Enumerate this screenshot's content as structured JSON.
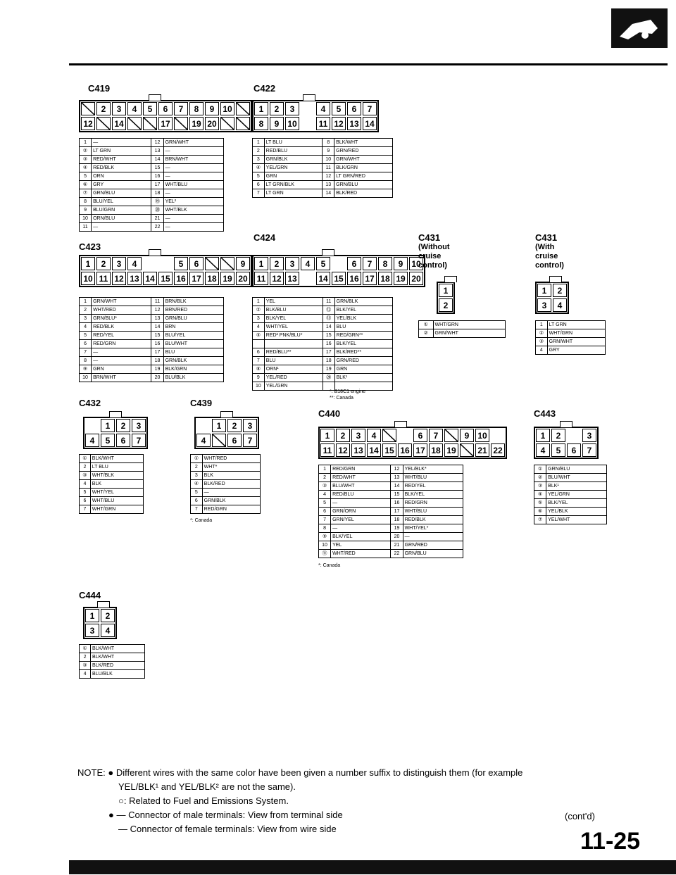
{
  "page": {
    "number": "11-25",
    "contd": "(cont'd)"
  },
  "connectors": {
    "c419": {
      "id": "C419",
      "rows": [
        [
          "x",
          "2",
          "3",
          "4",
          "5",
          "6",
          "7",
          "8",
          "9",
          "10",
          "x"
        ],
        [
          "12",
          "x",
          "14",
          "x",
          "x",
          "17",
          "x",
          "19",
          "20",
          "x",
          "x"
        ]
      ],
      "wires": [
        [
          "1",
          "—",
          "12",
          "GRN/WHT"
        ],
        [
          "②",
          "LT GRN",
          "13",
          "—"
        ],
        [
          "③",
          "RED/WHT",
          "14",
          "BRN/WHT"
        ],
        [
          "④",
          "RED/BLK",
          "15",
          "—"
        ],
        [
          "5",
          "ORN",
          "16",
          "—"
        ],
        [
          "⑥",
          "GRY",
          "17",
          "WHT/BLU"
        ],
        [
          "⑦",
          "GRN/BLU",
          "18",
          "—"
        ],
        [
          "8",
          "BLU/YEL",
          "⑲",
          "YEL²"
        ],
        [
          "9",
          "BLU/GRN",
          "⑳",
          "WHT/BLK"
        ],
        [
          "10",
          "ORN/BLU",
          "21",
          "—"
        ],
        [
          "11",
          "—",
          "22",
          "—"
        ]
      ]
    },
    "c422": {
      "id": "C422",
      "rows": [
        [
          "1",
          "2",
          "3",
          "",
          "4",
          "5",
          "6",
          "7"
        ],
        [
          "8",
          "9",
          "10",
          "",
          "11",
          "12",
          "13",
          "14"
        ]
      ],
      "wires": [
        [
          "1",
          "LT BLU",
          "8",
          "BLK/WHT"
        ],
        [
          "2",
          "RED/BLU",
          "9",
          "GRN/RED"
        ],
        [
          "3",
          "GRN/BLK",
          "10",
          "GRN/WHT"
        ],
        [
          "④",
          "YEL/GRN",
          "11",
          "BLK/GRN"
        ],
        [
          "5",
          "GRN",
          "12",
          "LT GRN/RED"
        ],
        [
          "6",
          "LT GRN/BLK",
          "13",
          "GRN/BLU"
        ],
        [
          "7",
          "LT GRN",
          "14",
          "BLK/RED"
        ]
      ]
    },
    "c423": {
      "id": "C423",
      "rows": [
        [
          "1",
          "2",
          "3",
          "4",
          "",
          "",
          "5",
          "6",
          "x",
          "x",
          "9"
        ],
        [
          "10",
          "11",
          "12",
          "13",
          "14",
          "15",
          "16",
          "17",
          "18",
          "19",
          "20"
        ]
      ],
      "wires": [
        [
          "1",
          "GRN/WHT",
          "11",
          "BRN/BLK"
        ],
        [
          "2",
          "WHT/RED",
          "12",
          "BRN/RED"
        ],
        [
          "3",
          "GRN/BLU*",
          "13",
          "GRN/BLU"
        ],
        [
          "4",
          "RED/BLK",
          "14",
          "BRN"
        ],
        [
          "5",
          "RED/YEL",
          "15",
          "BLU/YEL"
        ],
        [
          "6",
          "RED/GRN",
          "16",
          "BLU/WHT"
        ],
        [
          "7",
          "—",
          "17",
          "BLU"
        ],
        [
          "8",
          "—",
          "18",
          "GRN/BLK"
        ],
        [
          "⑨",
          "GRN",
          "19",
          "BLK/GRN"
        ],
        [
          "10",
          "BRN/WHT",
          "20",
          "BLU/BLK"
        ]
      ]
    },
    "c424": {
      "id": "C424",
      "rows": [
        [
          "1",
          "2",
          "3",
          "4",
          "5",
          "",
          "6",
          "7",
          "8",
          "9",
          "10"
        ],
        [
          "11",
          "12",
          "13",
          "",
          "14",
          "15",
          "16",
          "17",
          "18",
          "19",
          "20"
        ]
      ],
      "wires": [
        [
          "1",
          "YEL",
          "11",
          "GRN/BLK"
        ],
        [
          "②",
          "BLK/BLU",
          "⑫",
          "BLK/YEL"
        ],
        [
          "3",
          "BLK/YEL",
          "⑬",
          "YEL/BLK"
        ],
        [
          "4",
          "WHT/YEL",
          "14",
          "BLU"
        ],
        [
          "⑤",
          "RED² PNK/BLU*",
          "15",
          "RED/GRN**"
        ],
        [
          "",
          "",
          "16",
          "BLK/YEL"
        ],
        [
          "6",
          "RED/BLU**",
          "17",
          "BLK/RED**"
        ],
        [
          "7",
          "BLU",
          "18",
          "GRN/RED"
        ],
        [
          "⑧",
          "ORN¹",
          "19",
          "GRN"
        ],
        [
          "9",
          "YEL/RED",
          "⑳",
          "BLK¹"
        ],
        [
          "10",
          "YEL/GRN",
          "",
          ""
        ]
      ],
      "footnote1": "*: B18C1 engine",
      "footnote2": "**: Canada"
    },
    "c431a": {
      "id": "C431",
      "title": [
        "(Without",
        "cruise",
        "control)"
      ],
      "rows": [
        [
          "1"
        ],
        [
          "2"
        ]
      ],
      "wires": [
        [
          "①",
          "WHT/GRN"
        ],
        [
          "②",
          "GRN/WHT"
        ]
      ]
    },
    "c431b": {
      "id": "C431",
      "title": [
        "(With",
        "cruise",
        "control)"
      ],
      "rows": [
        [
          "1",
          "2"
        ],
        [
          "3",
          "4"
        ]
      ],
      "wires": [
        [
          "1",
          "LT GRN"
        ],
        [
          "②",
          "WHT/GRN"
        ],
        [
          "③",
          "GRN/WHT"
        ],
        [
          "4",
          "GRY"
        ]
      ]
    },
    "c432": {
      "id": "C432",
      "rows": [
        [
          "",
          "1",
          "2",
          "3"
        ],
        [
          "4",
          "5",
          "6",
          "7"
        ]
      ],
      "wires": [
        [
          "①",
          "BLK/WHT"
        ],
        [
          "2",
          "LT BLU"
        ],
        [
          "③",
          "WHT/BLK"
        ],
        [
          "4",
          "BLK"
        ],
        [
          "5",
          "WHT/YEL"
        ],
        [
          "6",
          "WHT/BLU"
        ],
        [
          "7",
          "WHT/GRN"
        ]
      ]
    },
    "c439": {
      "id": "C439",
      "rows": [
        [
          "",
          "1",
          "2",
          "3"
        ],
        [
          "4",
          "x",
          "6",
          "7"
        ]
      ],
      "wires": [
        [
          "①",
          "WHT/RED"
        ],
        [
          "2",
          "WHT*"
        ],
        [
          "3",
          "BLK"
        ],
        [
          "④",
          "BLK/RED"
        ],
        [
          "5",
          "—"
        ],
        [
          "6",
          "GRN/BLK"
        ],
        [
          "7",
          "RED/GRN"
        ]
      ],
      "footnote": "*: Canada"
    },
    "c440": {
      "id": "C440",
      "rows": [
        [
          "1",
          "2",
          "3",
          "4",
          "x",
          "",
          "6",
          "7",
          "x",
          "9",
          "10"
        ],
        [
          "11",
          "12",
          "13",
          "14",
          "15",
          "16",
          "17",
          "18",
          "19",
          "x",
          "21",
          "22"
        ]
      ],
      "wires": [
        [
          "1",
          "RED/GRN",
          "12",
          "YEL/BLK*"
        ],
        [
          "2",
          "RED/WHT",
          "13",
          "WHT/BLU"
        ],
        [
          "③",
          "BLU/WHT",
          "14",
          "RED/YEL"
        ],
        [
          "4",
          "RED/BLU",
          "15",
          "BLK/YEL"
        ],
        [
          "5",
          "—",
          "16",
          "RED/GRN"
        ],
        [
          "6",
          "GRN/ORN",
          "17",
          "WHT/BLU"
        ],
        [
          "7",
          "GRN/YEL",
          "18",
          "RED/BLK"
        ],
        [
          "8",
          "—",
          "19",
          "WHT/YEL*"
        ],
        [
          "⑨",
          "BLK/YEL",
          "20",
          "—"
        ],
        [
          "10",
          "YEL",
          "21",
          "GRN/RED"
        ],
        [
          "⑪",
          "WHT/RED",
          "22",
          "GRN/BLU"
        ]
      ],
      "footnote": "*: Canada"
    },
    "c443": {
      "id": "C443",
      "rows": [
        [
          "1",
          "2",
          "",
          "3"
        ],
        [
          "4",
          "5",
          "6",
          "7"
        ]
      ],
      "wires": [
        [
          "①",
          "GRN/BLU"
        ],
        [
          "②",
          "BLU/WHT"
        ],
        [
          "③",
          "BLK¹"
        ],
        [
          "④",
          "YEL/GRN"
        ],
        [
          "⑤",
          "BLK/YEL"
        ],
        [
          "⑥",
          "YEL/BLK"
        ],
        [
          "⑦",
          "YEL/WHT"
        ]
      ]
    },
    "c444": {
      "id": "C444",
      "rows": [
        [
          "1",
          "2"
        ],
        [
          "3",
          "4"
        ]
      ],
      "wires": [
        [
          "①",
          "BLK/WHT"
        ],
        [
          "2",
          "BLK/WHT"
        ],
        [
          "③",
          "BLK/RED"
        ],
        [
          "4",
          "BLU/BLK"
        ]
      ]
    }
  },
  "note": {
    "label": "NOTE:",
    "line1": "● Different wires with the same color have been given a number suffix to distinguish them (for example",
    "line2": "YEL/BLK¹ and YEL/BLK² are not the same).",
    "line3": "○: Related to Fuel and Emissions System.",
    "line4": "● — Connector of male terminals: View from terminal side",
    "line5": "— Connector of female terminals: View from wire side"
  }
}
